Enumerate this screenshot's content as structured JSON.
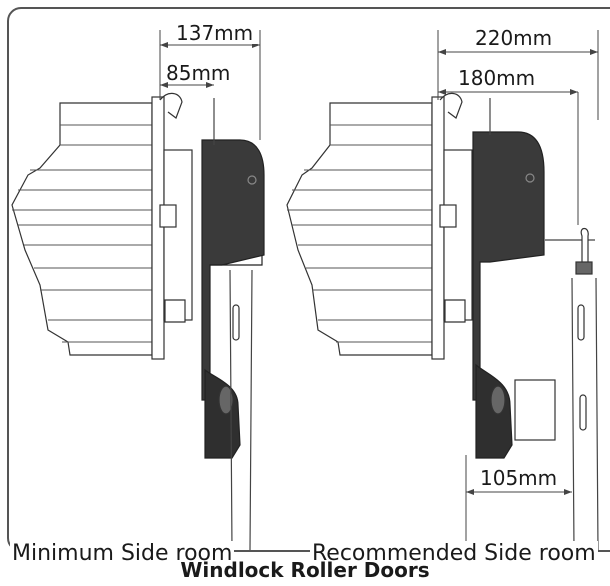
{
  "dimensions": {
    "left_outer": "137mm",
    "left_inner": "85mm",
    "right_outer": "220mm",
    "right_inner": "180mm",
    "right_bottom": "105mm"
  },
  "captions": {
    "left": "Minimum Side room",
    "right": "Recommended Side room"
  },
  "title": "Windlock Roller Doors",
  "colors": {
    "frame": "#555555",
    "line": "#333333",
    "motor": "#3a3a3a",
    "motor_dark": "#2a2a2a"
  }
}
